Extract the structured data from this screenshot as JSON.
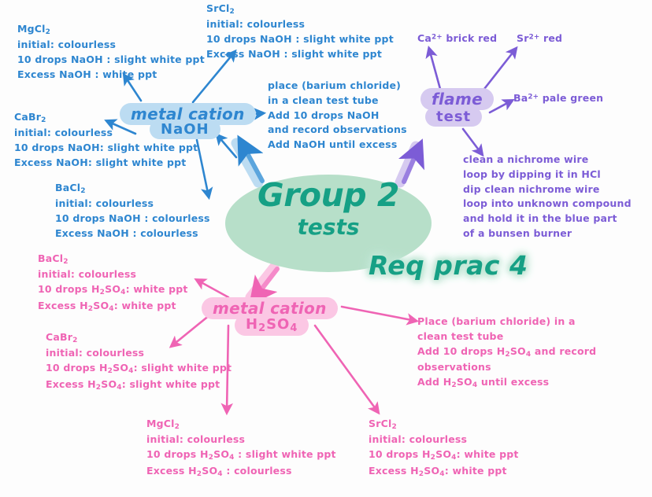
{
  "centre": {
    "title": "Group 2",
    "subtitle": "tests",
    "req_prac": "Req prac 4",
    "oval_color": "#b7dfc9",
    "text_color": "#16a085"
  },
  "branches": {
    "naoh": {
      "label_main": "metal cation",
      "label_sub": "NaOH",
      "color": "#2e86d0",
      "bubble_color": "#bcdcf2",
      "method": [
        "place (barium chloride)",
        "in a clean test tube",
        "Add 10 drops NaOH",
        "and record observations",
        "Add NaOH until excess"
      ],
      "results": [
        {
          "compound": "MgCl2",
          "lines": [
            "initial: colourless",
            "10 drops NaOH : slight white ppt",
            "Excess NaOH  : white  ppt"
          ]
        },
        {
          "compound": "SrCl2",
          "lines": [
            "initial: colourless",
            "10 drops  NaOH : slight white ppt",
            "Excess  NaOH : slight white ppt"
          ]
        },
        {
          "compound": "CaBr2",
          "lines": [
            "initial: colourless",
            "10 drops NaOH: slight white ppt",
            "Excess NaOH: slight white ppt"
          ]
        },
        {
          "compound": "BaCl2",
          "lines": [
            "initial: colourless",
            "10 drops NaOH : colourless",
            "Excess NaOH  : colourless"
          ]
        }
      ]
    },
    "flame": {
      "label_main": "flame",
      "label_sub": "test",
      "color": "#7c5cd6",
      "bubble_color": "#d6caf0",
      "ions": [
        {
          "ion": "Ca",
          "charge": "2+",
          "result": "brick red"
        },
        {
          "ion": "Sr",
          "charge": "2+",
          "result": "red"
        },
        {
          "ion": "Ba",
          "charge": "2+",
          "result": "pale green"
        }
      ],
      "method": [
        "clean a nichrome wire",
        "loop by dipping it in HCl",
        "dip clean nichrome wire",
        "loop into unknown compound",
        "and hold it in the blue part",
        "of a bunsen burner"
      ]
    },
    "h2so4": {
      "label_main": "metal cation",
      "label_sub": "H2SO4",
      "color": "#ef64b4",
      "bubble_color": "#fbc7e4",
      "method": [
        "Place (barium chloride) in a",
        "clean test tube",
        "Add 10 drops H2SO4 and record",
        "observations",
        "Add H2SO4 until excess"
      ],
      "results": [
        {
          "compound": "BaCl2",
          "lines": [
            "initial: colourless",
            "10 drops H2SO4: white ppt",
            "Excess H2SO4: white ppt"
          ]
        },
        {
          "compound": "CaBr2",
          "lines": [
            "initial: colourless",
            "10 drops H2SO4: slight white ppt",
            "Excess H2SO4: slight white ppt"
          ]
        },
        {
          "compound": "MgCl2",
          "lines": [
            "initial: colourless",
            "10 drops H2SO4 : slight white ppt",
            "Excess H2SO4 : colourless"
          ]
        },
        {
          "compound": "SrCl2",
          "lines": [
            "initial: colourless",
            "10 drops H2SO4: white ppt",
            "Excess H2SO4: white ppt"
          ]
        }
      ]
    }
  }
}
